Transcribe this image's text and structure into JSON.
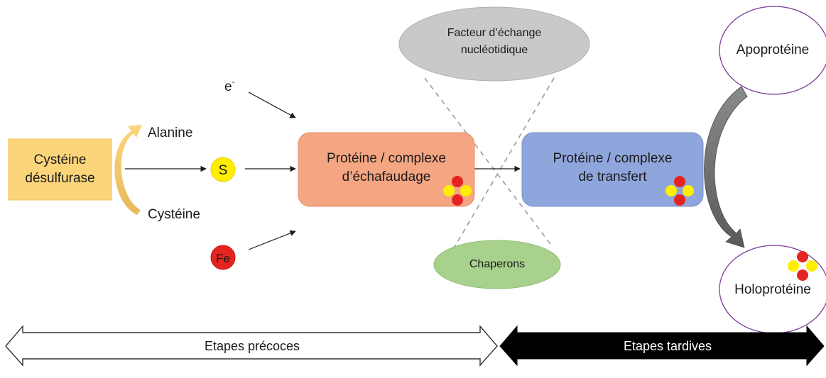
{
  "nodes": {
    "cysteine_desulfurase": "Cystéine\ndésulfurase",
    "alanine": "Alanine",
    "cysteine": "Cystéine",
    "electron": "e",
    "electron_sup": "-",
    "sulfur": "S",
    "iron": "Fe",
    "scaffold": "Protéine / complexe\nd’échafaudage",
    "transfer": "Protéine / complexe\nde transfert",
    "exchange_factor": "Facteur d’échange\nnucléotidique",
    "chaperons": "Chaperons",
    "apoprotein": "Apoprotéine",
    "holoprotein": "Holoprotéine"
  },
  "timeline": {
    "early": "Etapes précoces",
    "late": "Etapes tardives"
  },
  "colors": {
    "desulfurase_fill": "#fcd57a",
    "scaffold_fill": "#f4a582",
    "transfer_fill": "#8fa6dc",
    "exchange_fill": "#c9c9c9",
    "chaperons_fill": "#a9d18e",
    "sulfur": "#ffee00",
    "iron": "#e52421",
    "apo_holo_border": "#7a3d9a",
    "late_bar": "#000000"
  }
}
